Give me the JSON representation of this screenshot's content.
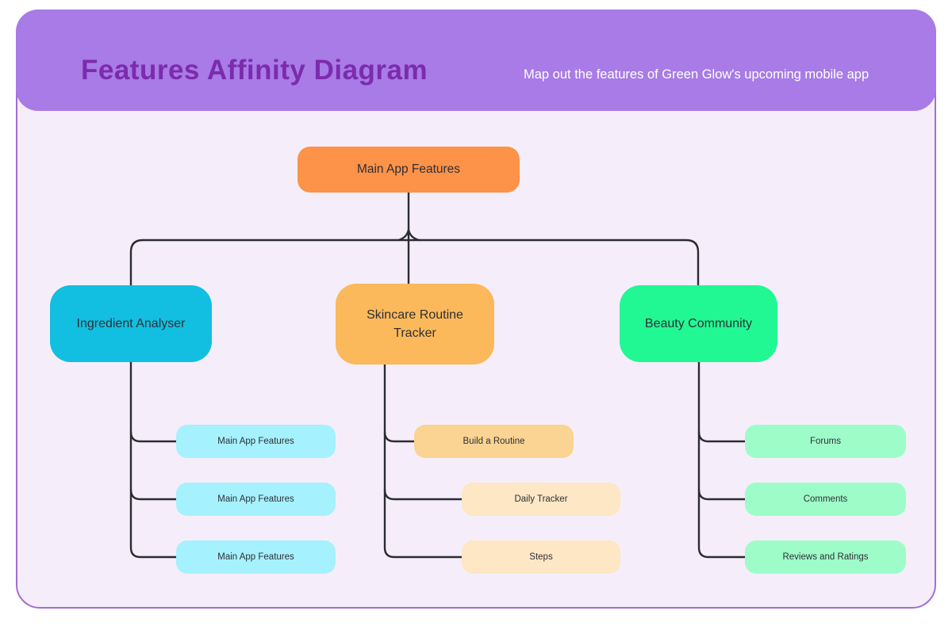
{
  "header": {
    "title": "Features Affinity Diagram",
    "subtitle": "Map out the features of Green Glow's upcoming mobile app"
  },
  "colors": {
    "page_bg": "#ffffff",
    "header_bg": "#a87be6",
    "title_text": "#7c2bad",
    "subtitle_text": "#ffffff",
    "panel_bg": "#f5eefa",
    "panel_border": "#a26fd2",
    "connector": "#2b2b33",
    "node_text": "#2f2f35",
    "root_bg": "#fd9249",
    "group_ingredient_bg": "#12bfe0",
    "group_skincare_bg": "#fbb95c",
    "group_beauty_bg": "#21f894",
    "child_cyan_bg": "#a5f1fd",
    "child_amber_bg": "#fbd392",
    "child_cream_bg": "#fde7c4",
    "child_green_bg": "#9efcc9"
  },
  "diagram": {
    "root": {
      "label": "Main App Features"
    },
    "groups": [
      {
        "label": "Ingredient Analyser",
        "children": [
          {
            "label": "Main App Features"
          },
          {
            "label": "Main App Features"
          },
          {
            "label": "Main App Features"
          }
        ]
      },
      {
        "label": "Skincare Routine Tracker",
        "children": [
          {
            "label": "Build a Routine"
          },
          {
            "label": "Daily Tracker"
          },
          {
            "label": "Steps"
          }
        ]
      },
      {
        "label": "Beauty Community",
        "children": [
          {
            "label": "Forums"
          },
          {
            "label": "Comments"
          },
          {
            "label": "Reviews and Ratings"
          }
        ]
      }
    ]
  }
}
